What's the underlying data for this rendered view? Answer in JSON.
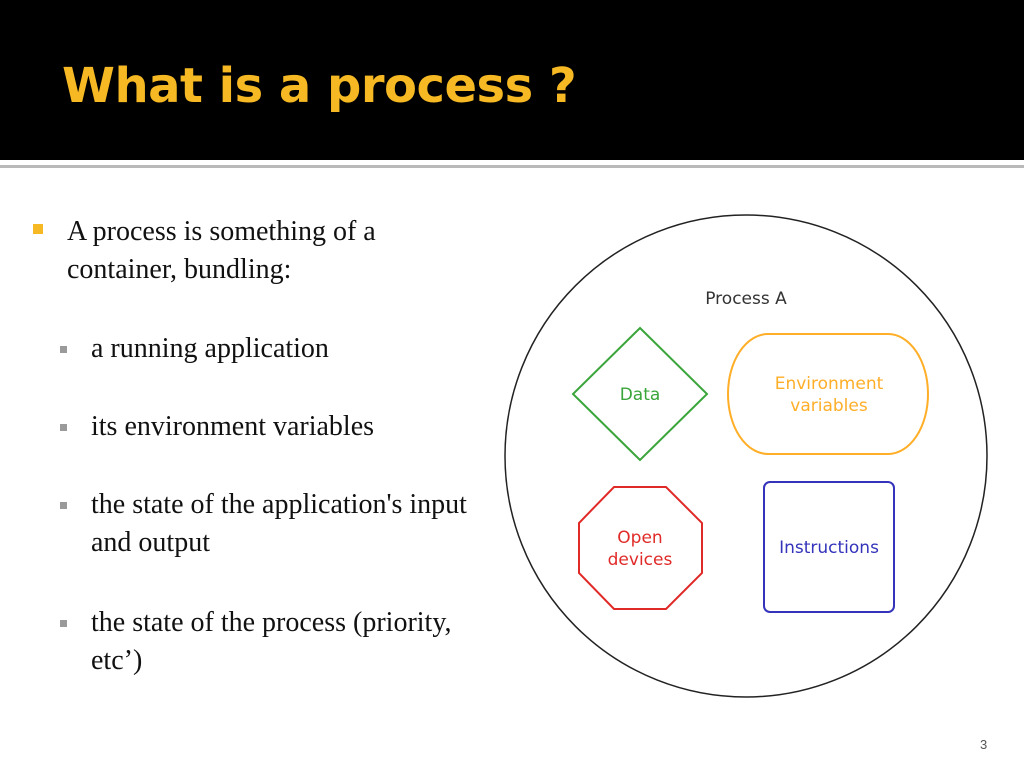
{
  "colors": {
    "title": "#f6b923",
    "accent": "#f6b923",
    "data_shape": "#3aa53a",
    "env_shape": "#ffae28",
    "devices_shape": "#e02a28",
    "instructions_shape": "#3333bb"
  },
  "slide": {
    "title": "What is a process ?",
    "number": "3"
  },
  "bullets": {
    "main": "A process is something of a container, bundling:",
    "sub": [
      "a running application",
      "its environment variables",
      "the state of the application's input and output",
      "the state of the process (priority, etc’)"
    ]
  },
  "diagram": {
    "label": "Process A",
    "data": "Data",
    "environment": [
      "Environment",
      "variables"
    ],
    "devices": [
      "Open",
      "devices"
    ],
    "instructions": "Instructions"
  }
}
